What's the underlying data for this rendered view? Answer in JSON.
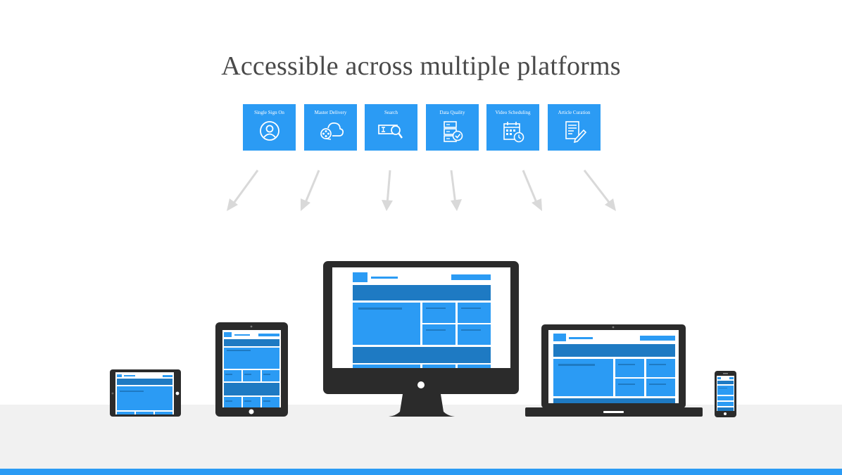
{
  "title": "Accessible across multiple platforms",
  "features": [
    {
      "label": "Single Sign On",
      "icon": "user-icon"
    },
    {
      "label": "Master Delivery",
      "icon": "film-cloud-icon"
    },
    {
      "label": "Search",
      "icon": "search-icon"
    },
    {
      "label": "Data Quality",
      "icon": "server-check-icon"
    },
    {
      "label": "Video Scheduling",
      "icon": "calendar-clock-icon"
    },
    {
      "label": "Article Curation",
      "icon": "document-pen-icon"
    }
  ],
  "devices": [
    "small-tablet-landscape",
    "tablet-portrait",
    "desktop-monitor",
    "laptop",
    "smartphone"
  ],
  "colors": {
    "accent": "#2b9bf4",
    "accent_dark": "#1e7ac3",
    "device": "#2b2b2b",
    "arrow": "#d9d9d9",
    "floor": "#f1f1f1",
    "title": "#4a4a4a"
  }
}
